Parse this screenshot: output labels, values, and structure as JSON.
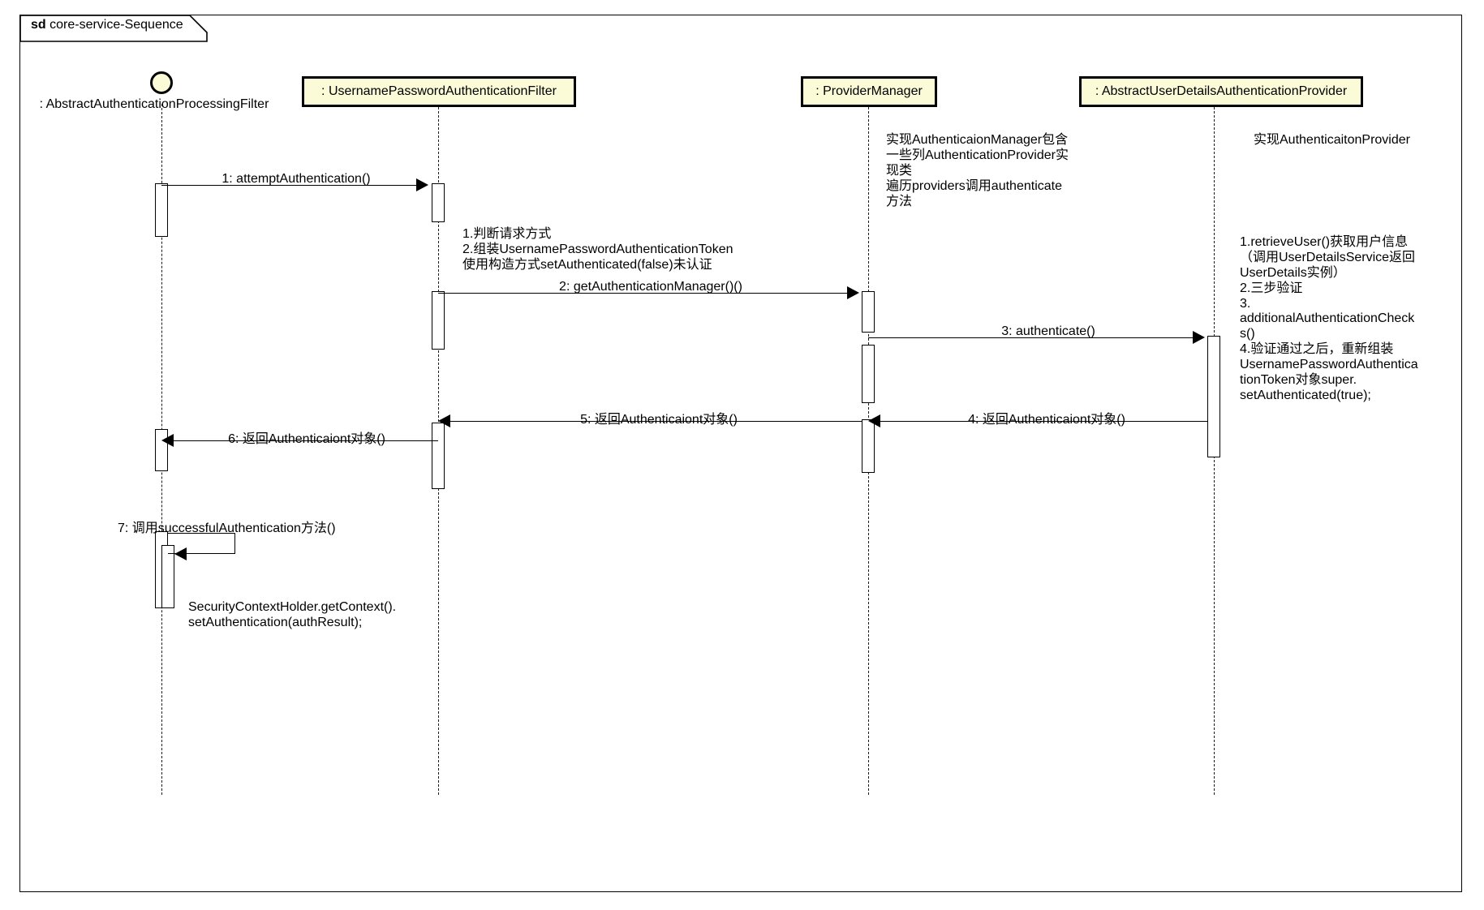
{
  "frame": {
    "keyword": "sd",
    "name": "core-service-Sequence"
  },
  "colors": {
    "lifeline_fill": "#fbfbd7",
    "border": "#000000",
    "background": "#ffffff"
  },
  "lifelines": [
    {
      "id": "actor",
      "label": ": AbstractAuthenticationProcessingFilter",
      "kind": "actor-circle"
    },
    {
      "id": "filter",
      "label": ": UsernamePasswordAuthenticationFilter",
      "kind": "box"
    },
    {
      "id": "provider_manager",
      "label": ": ProviderManager",
      "kind": "box"
    },
    {
      "id": "details_provider",
      "label": ": AbstractUserDetailsAuthenticationProvider",
      "kind": "box"
    }
  ],
  "messages": [
    {
      "seq": "1",
      "label": "1: attemptAuthentication()",
      "direction": "right",
      "from": "actor",
      "to": "filter"
    },
    {
      "seq": "2",
      "label": "2: getAuthenticationManager()()",
      "direction": "right",
      "from": "filter",
      "to": "provider_manager"
    },
    {
      "seq": "3",
      "label": "3: authenticate()",
      "direction": "right",
      "from": "provider_manager",
      "to": "details_provider"
    },
    {
      "seq": "4",
      "label": "4: 返回Authenticaiont对象()",
      "direction": "left",
      "from": "details_provider",
      "to": "provider_manager"
    },
    {
      "seq": "5",
      "label": "5: 返回Authenticaiont对象()",
      "direction": "left",
      "from": "provider_manager",
      "to": "filter"
    },
    {
      "seq": "6",
      "label": "6: 返回Authenticaiont对象()",
      "direction": "left",
      "from": "filter",
      "to": "actor"
    },
    {
      "seq": "7",
      "label": "7: 调用successfulAuthentication方法()",
      "direction": "self",
      "from": "actor",
      "to": "actor"
    }
  ],
  "notes": {
    "provider_manager_note": "实现AuthenticaionManager包含\n一些列AuthenticationProvider实\n现类\n遍历providers调用authenticate\n方法",
    "details_provider_note": "实现AuthenticaitonProvider",
    "filter_note": "1.判断请求方式\n2.组装UsernamePasswordAuthenticationToken\n使用构造方式setAuthenticated(false)未认证",
    "details_provider_steps": "1.retrieveUser()获取用户信息\n（调用UserDetailsService返回\nUserDetails实例）\n2.三步验证\n3.\nadditionalAuthenticationCheck\ns()\n4.验证通过之后，重新组装\nUsernamePasswordAuthentica\ntionToken对象super.\nsetAuthenticated(true);",
    "actor_note": "SecurityContextHolder.getContext().\nsetAuthentication(authResult);"
  }
}
